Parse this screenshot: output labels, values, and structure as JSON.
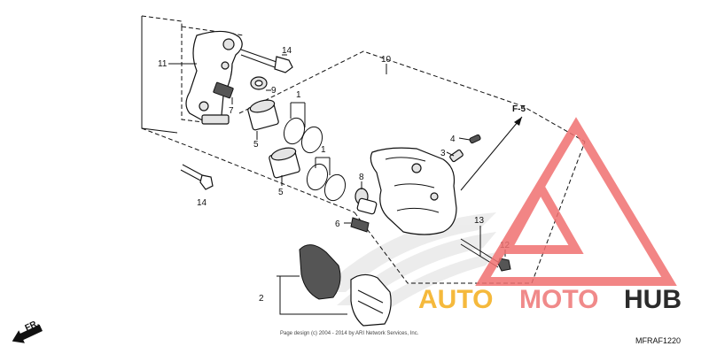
{
  "diagram": {
    "callouts": [
      {
        "id": "c11",
        "text": "11"
      },
      {
        "id": "c14a",
        "text": "14"
      },
      {
        "id": "c9",
        "text": "9"
      },
      {
        "id": "c7",
        "text": "7"
      },
      {
        "id": "c10",
        "text": "10"
      },
      {
        "id": "c1a",
        "text": "1"
      },
      {
        "id": "c5a",
        "text": "5"
      },
      {
        "id": "c1b",
        "text": "1"
      },
      {
        "id": "c5b",
        "text": "5"
      },
      {
        "id": "c14b",
        "text": "14"
      },
      {
        "id": "c4",
        "text": "4"
      },
      {
        "id": "c3",
        "text": "3"
      },
      {
        "id": "c8",
        "text": "8"
      },
      {
        "id": "c6",
        "text": "6"
      },
      {
        "id": "c13",
        "text": "13"
      },
      {
        "id": "c12",
        "text": "12"
      },
      {
        "id": "c2",
        "text": "2"
      }
    ],
    "frame_reference": "F-5",
    "direction_arrow": "FR.",
    "diagram_code": "MFRAF1220",
    "copyright": "Page design (c) 2004 - 2014 by ARI Network Services, Inc."
  },
  "watermark": {
    "word_part1": "AUTO",
    "word_part2": "MOTO",
    "word_part3": "HUB",
    "colors": {
      "auto": "#f5b93c",
      "moto": "#f08a8a",
      "hub": "#2b2b2b",
      "triangle": "#f07070"
    }
  }
}
